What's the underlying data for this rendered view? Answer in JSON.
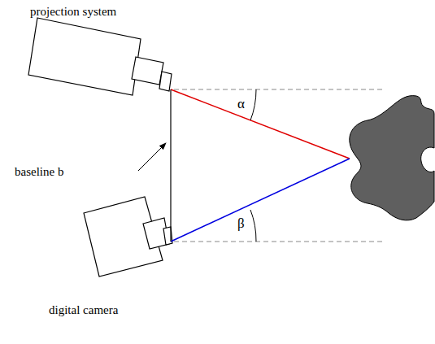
{
  "diagram": {
    "nodes": [
      {
        "text": [
          "projection system"
        ]
      },
      {
        "text": [
          "digital camera"
        ]
      }
    ],
    "edges": [
      {
        "from": 0,
        "to": 1,
        "arrow": "none"
      }
    ],
    "labels": [
      "baseline b",
      "α",
      "β"
    ]
  }
}
